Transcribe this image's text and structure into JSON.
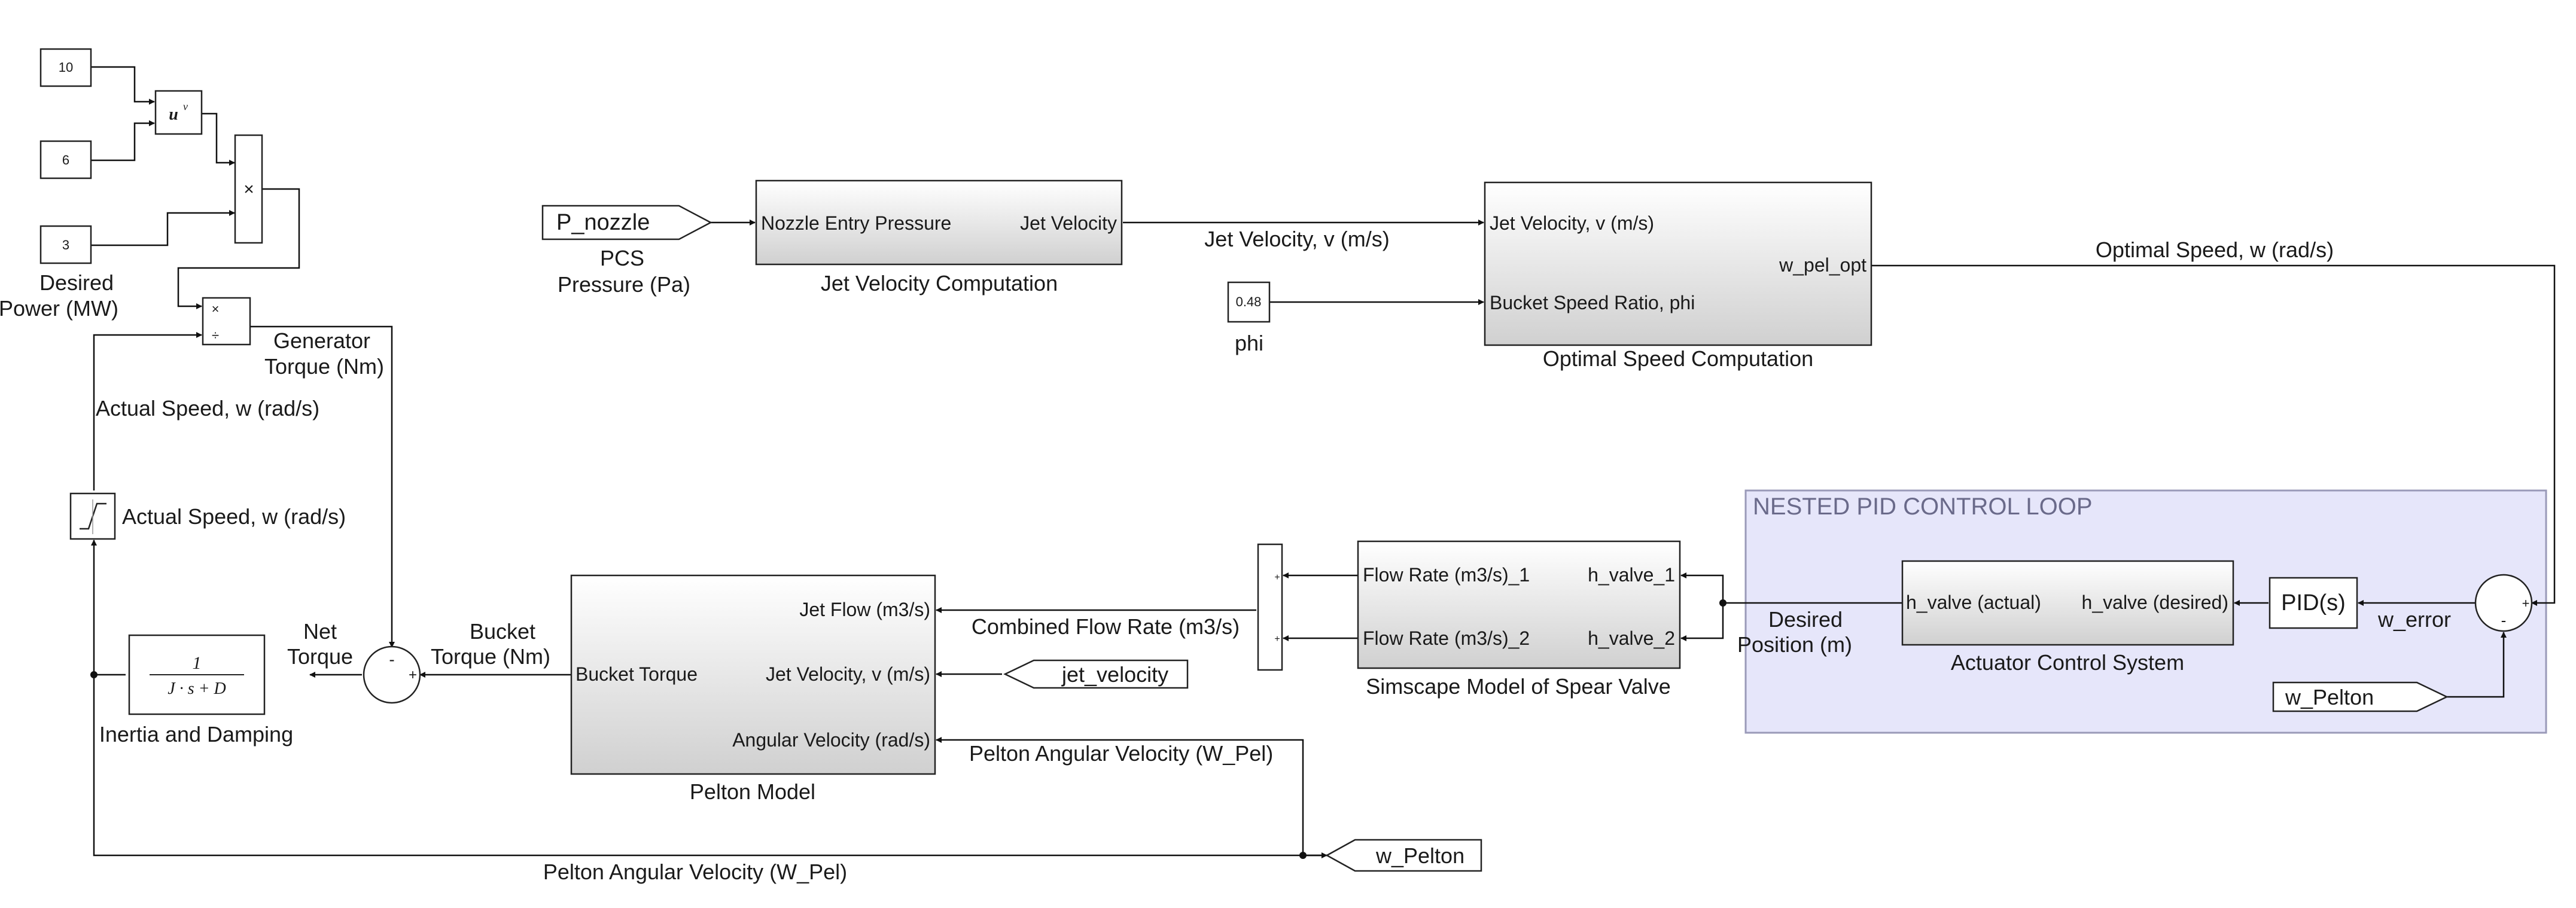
{
  "diagram": {
    "constants": {
      "c10": "10",
      "c6": "6",
      "c3": "3",
      "phi": "0.48"
    },
    "pow_symbol": "u",
    "pow_exp": "v",
    "mult_symbol": "×",
    "div_top": "×",
    "div_bottom": "÷",
    "desired_power": [
      "Desired",
      "Power (MW)"
    ],
    "generator_torque": [
      "Generator",
      "Torque (Nm)"
    ],
    "actual_speed_1": "Actual Speed, w (rad/s)",
    "actual_speed_2": "Actual Speed, w (rad/s)",
    "inertia": {
      "num": "1",
      "den": "J · s + D",
      "label": "Inertia and Damping"
    },
    "net_torque": [
      "Net",
      "Torque"
    ],
    "bucket_torque": [
      "Bucket",
      "Torque (Nm)"
    ],
    "pelton": {
      "label": "Pelton Model",
      "in_bucket": "Bucket Torque",
      "out_jet_flow": "Jet Flow (m3/s)",
      "out_jet_vel": "Jet Velocity, v (m/s)",
      "out_ang_vel": "Angular Velocity (rad/s)"
    },
    "p_nozzle": "P_nozzle",
    "pcs_pressure": [
      "PCS",
      "Pressure (Pa)"
    ],
    "jet_vel_comp": {
      "label": "Jet Velocity Computation",
      "in": "Nozzle Entry Pressure",
      "out": "Jet Velocity"
    },
    "jet_velocity_signal": "Jet Velocity, v (m/s)",
    "phi_label": "phi",
    "opt_speed_comp": {
      "label": "Optimal Speed Computation",
      "in1": "Jet Velocity, v (m/s)",
      "in2": "Bucket Speed Ratio, phi",
      "out": "w_pel_opt"
    },
    "optimal_speed": "Optimal Speed, w (rad/s)",
    "combined_flow": "Combined Flow Rate (m3/s)",
    "jet_velocity_tag": "jet_velocity",
    "spear_valve": {
      "label": "Simscape Model of Spear Valve",
      "out1": "Flow Rate (m3/s)_1",
      "out2": "Flow Rate (m3/s)_2",
      "in1": "h_valve_1",
      "in2": "h_valve_2"
    },
    "desired_position": [
      "Desired",
      "Position (m)"
    ],
    "nested_title": "NESTED PID CONTROL LOOP",
    "actuator": {
      "label": "Actuator Control System",
      "out": "h_valve (actual)",
      "in": "h_valve (desired)"
    },
    "pid": "PID(s)",
    "w_error": "w_error",
    "w_pelton_from": "w_Pelton",
    "w_pelton_goto": "w_Pelton",
    "pelton_ang_vel_1": "Pelton Angular Velocity (W_Pel)",
    "pelton_ang_vel_2": "Pelton Angular Velocity (W_Pel)",
    "plus": "+",
    "minus": "-"
  },
  "colors": {
    "nested_fill": "#e6e6fa",
    "nested_stroke": "#9a9ab8",
    "block_gradient_top": "#ffffff",
    "block_gradient_bottom": "#d0d0d0",
    "nested_title": "#6a6a8a"
  }
}
